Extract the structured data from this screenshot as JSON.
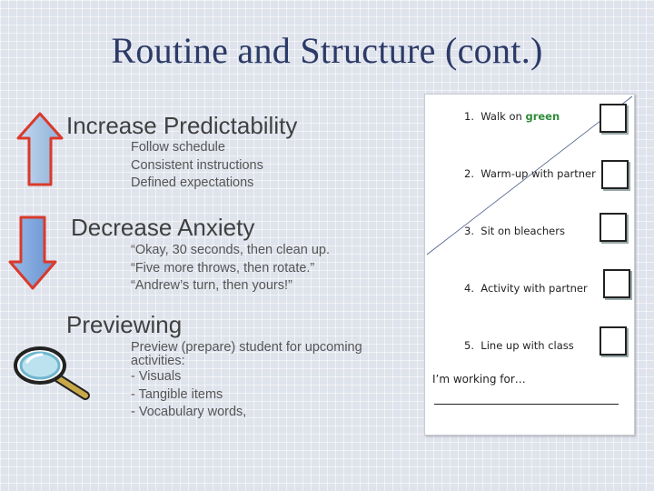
{
  "title": "Routine and Structure (cont.)",
  "sections": {
    "increase": {
      "heading": "Increase Predictability",
      "items": [
        "Follow schedule",
        "Consistent instructions",
        "Defined expectations"
      ]
    },
    "decrease": {
      "heading": "Decrease Anxiety",
      "items": [
        "“Okay, 30 seconds, then clean up.",
        "“Five more throws, then rotate.”",
        "“Andrew’s turn, then yours!”"
      ]
    },
    "previewing": {
      "heading": "Previewing",
      "items": [
        "Preview (prepare) student for upcoming",
        "activities:",
        "- Visuals",
        "- Tangible items",
        "- Vocabulary words,"
      ]
    }
  },
  "checklist": {
    "steps": [
      {
        "number": "1.",
        "text": "Walk on ",
        "highlight": "green"
      },
      {
        "number": "2.",
        "text": "Warm-up with partner"
      },
      {
        "number": "3.",
        "text": "Sit on bleachers"
      },
      {
        "number": "4.",
        "text": "Activity with partner"
      },
      {
        "number": "5.",
        "text": "Line up with class"
      }
    ],
    "working_label": "I’m working for…",
    "colors": {
      "highlight": "#2e8b3a"
    }
  },
  "icons": {
    "up_arrow": "up-arrow-icon",
    "down_arrow": "down-arrow-icon",
    "magnifier": "magnifying-glass-icon"
  },
  "colors": {
    "title": "#2b3a66",
    "arrow_up_fill": "#a9c4e4",
    "arrow_down_fill": "#7fa6dc",
    "arrow_stroke": "#d93a2b"
  }
}
